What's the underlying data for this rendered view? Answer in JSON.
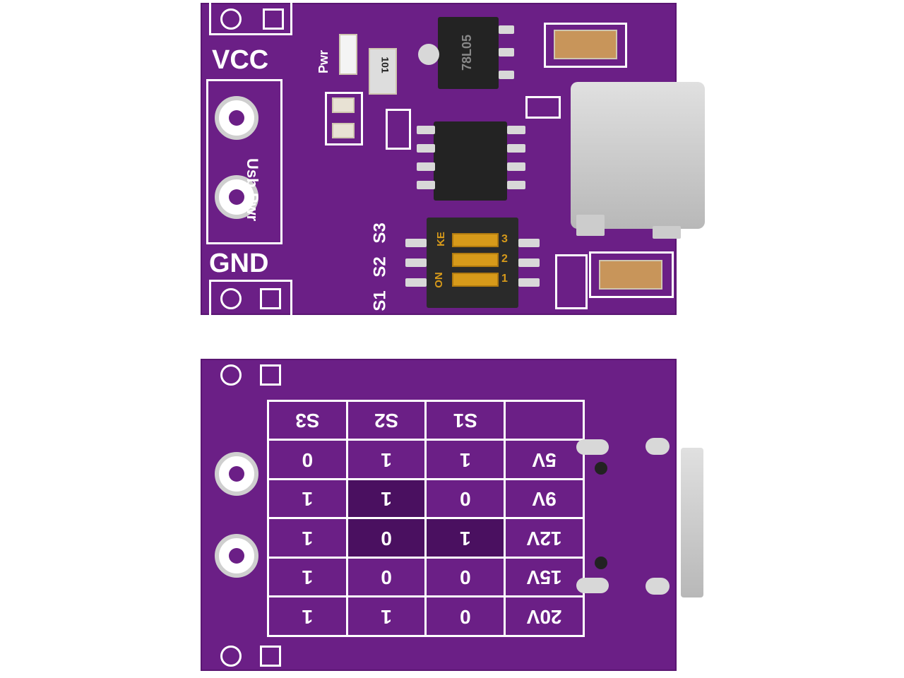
{
  "top_board": {
    "labels": {
      "vcc": "VCC",
      "gnd": "GND",
      "usb_pwr": "Usb-Pwr",
      "pwr": "Pwr",
      "regulator": "78L05",
      "resistor": "101",
      "switch_labels": [
        "S1",
        "S2",
        "S3"
      ],
      "dip_on": "ON",
      "dip_brand": "KE",
      "dip_numbers": [
        "1",
        "2",
        "3"
      ]
    }
  },
  "bottom_board": {
    "table": {
      "rows": [
        [
          "20V",
          "0",
          "1",
          "1"
        ],
        [
          "15V",
          "0",
          "0",
          "1"
        ],
        [
          "12V",
          "1",
          "0",
          "1"
        ],
        [
          "9V",
          "0",
          "1",
          "1"
        ],
        [
          "5V",
          "1",
          "1",
          "0"
        ],
        [
          "",
          "S1",
          "S2",
          "S3"
        ]
      ]
    }
  },
  "colors": {
    "pcb": "#6b1f86",
    "silkscreen": "#ffffff"
  }
}
